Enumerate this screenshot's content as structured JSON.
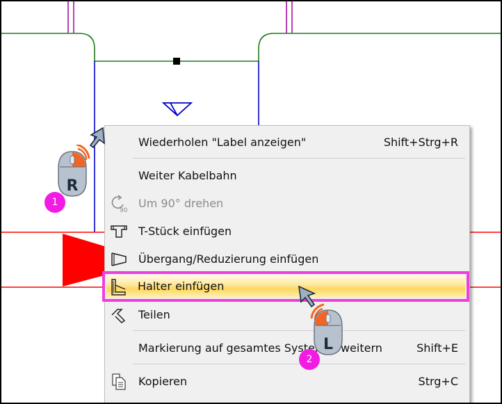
{
  "menu": {
    "items": [
      {
        "label": "Wiederholen \"Label anzeigen\"",
        "shortcut": "Shift+Strg+R",
        "icon": "none"
      },
      {
        "label": "Weiter Kabelbahn",
        "shortcut": "",
        "icon": "none"
      },
      {
        "label": "Um 90° drehen",
        "shortcut": "",
        "icon": "rotate-90-icon",
        "disabled": true
      },
      {
        "label": " T-Stück einfügen",
        "shortcut": "",
        "icon": "t-piece-icon"
      },
      {
        "label": "Übergang/Reduzierung einfügen",
        "shortcut": "",
        "icon": "reducer-icon"
      },
      {
        "label": "Halter einfügen",
        "shortcut": "",
        "icon": "bracket-icon",
        "highlighted": true
      },
      {
        "label": "Teilen",
        "shortcut": "",
        "icon": "split-icon"
      },
      {
        "label": "Markierung auf gesamtes System erweitern",
        "shortcut": "Shift+E",
        "icon": "none"
      },
      {
        "label": "Kopieren",
        "shortcut": "Strg+C",
        "icon": "copy-icon"
      }
    ]
  },
  "annotations": {
    "right_click_letter": "R",
    "left_click_letter": "L",
    "step1": "1",
    "step2": "2"
  },
  "colors": {
    "highlight_border": "#ee3fd8",
    "step_badge": "#f21be4",
    "drawing_red": "#ff0000",
    "drawing_blue": "#0000c8",
    "drawing_green": "#1a7a1a",
    "drawing_purple": "#a000a0",
    "mouse_accent": "#f26522"
  }
}
